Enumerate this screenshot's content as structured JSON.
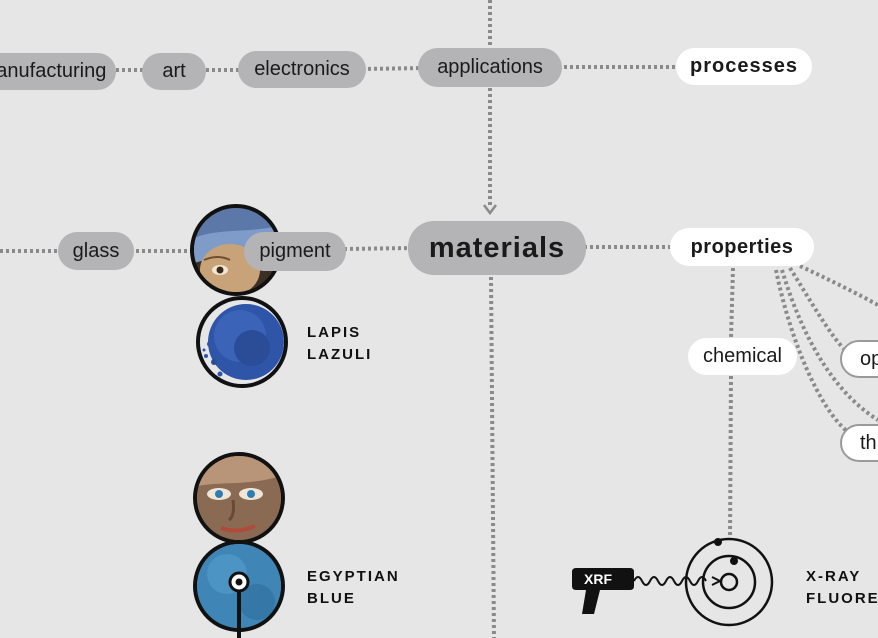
{
  "nodes": {
    "manufacturing": "manufacturing",
    "art": "art",
    "electronics": "electronics",
    "applications": "applications",
    "processes": "processes",
    "glass": "glass",
    "pigment": "pigment",
    "materials": "materials",
    "properties": "properties",
    "chemical": "chemical",
    "optical_partial": "op",
    "thermal_partial": "th"
  },
  "samples": {
    "lapis": {
      "line1": "LAPIS",
      "line2": "LAZULI"
    },
    "egyptian": {
      "line1": "EGYPTIAN",
      "line2": "BLUE"
    }
  },
  "xrf": {
    "gun_label": "XRF",
    "caption_line1": "X-RAY",
    "caption_line2": "FLUORES"
  },
  "colors": {
    "background": "#e6e6e6",
    "pill_gray": "#b4b4b6",
    "pill_white": "#ffffff",
    "dotted_line": "#8a8a8a",
    "lapis_blue": "#2f55a8",
    "egyptian_blue": "#3f86b6"
  }
}
